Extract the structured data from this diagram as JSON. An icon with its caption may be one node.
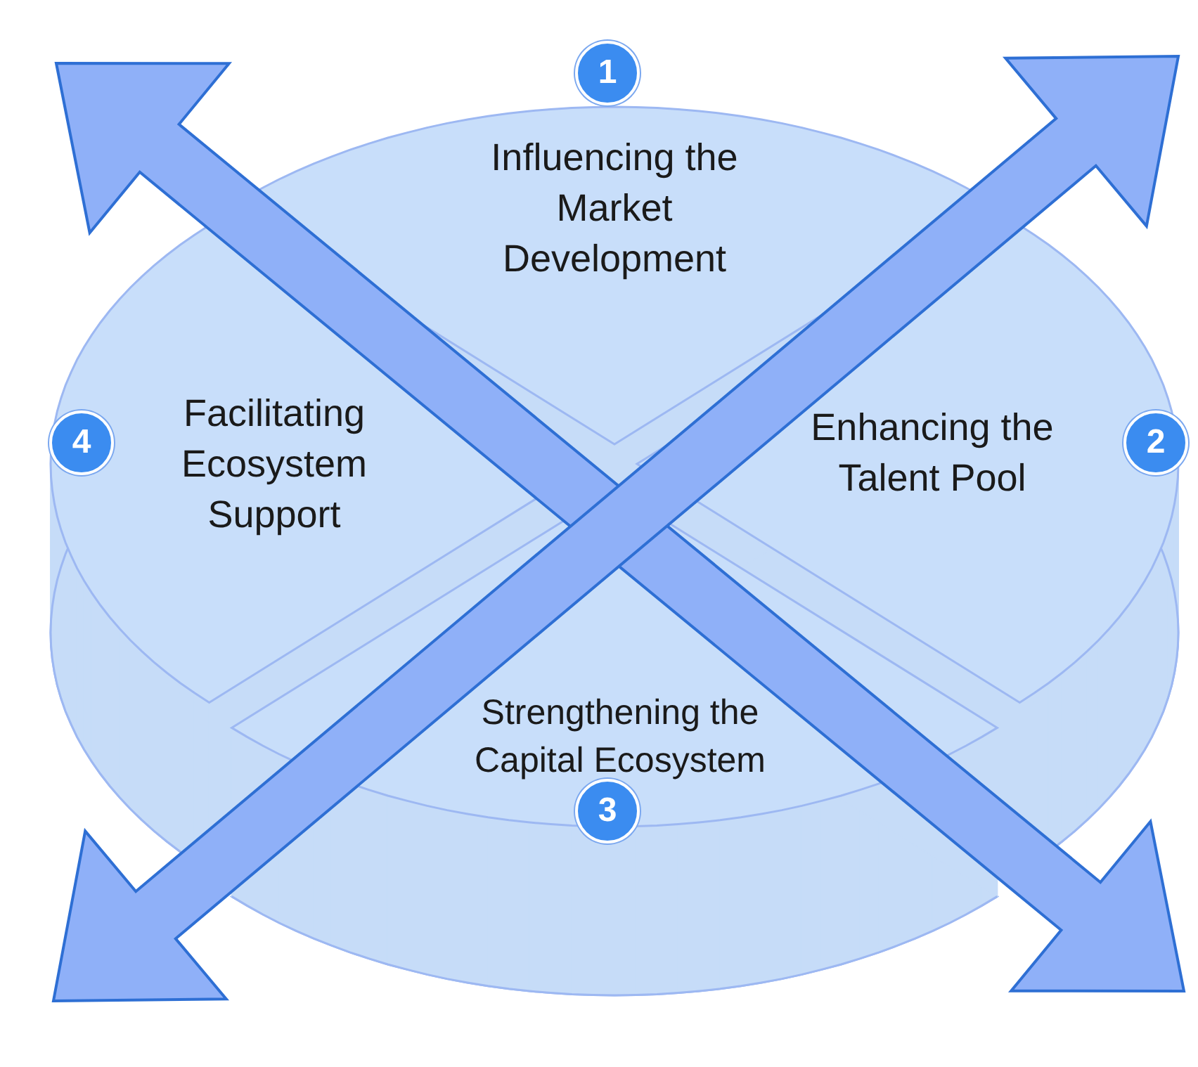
{
  "diagram": {
    "nodes": [
      {
        "text": [
          "Influencing the Market Development"
        ]
      },
      {
        "text": [
          "Enhancing the Talent Pool"
        ]
      },
      {
        "text": [
          "Strengthening the Capital Ecosystem"
        ]
      },
      {
        "text": [
          "Facilitating Ecosystem Support"
        ]
      },
      {
        "text": [
          "1"
        ]
      },
      {
        "text": [
          "2"
        ]
      },
      {
        "text": [
          "3"
        ]
      },
      {
        "text": [
          "4"
        ]
      }
    ]
  }
}
